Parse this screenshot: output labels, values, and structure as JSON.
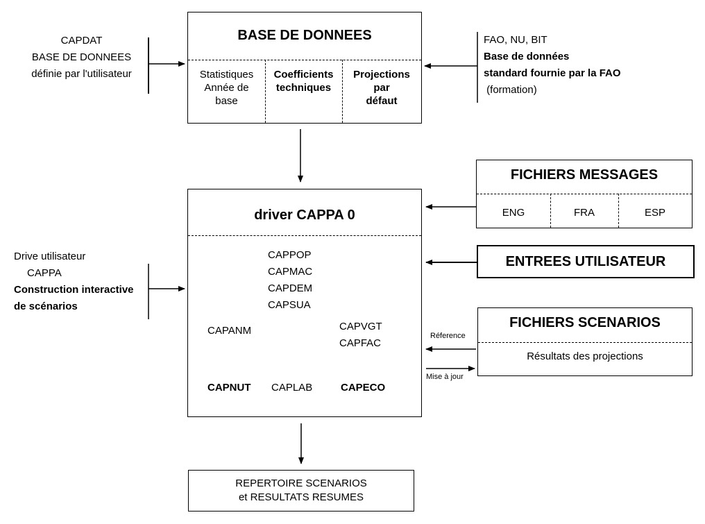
{
  "top_box": {
    "title": "BASE DE DONNEES",
    "cells": [
      {
        "lines": [
          "Statistiques",
          "Année de",
          "base"
        ]
      },
      {
        "lines": [
          "Coefficients",
          "techniques"
        ]
      },
      {
        "lines": [
          "Projections",
          "par",
          "défaut"
        ]
      }
    ]
  },
  "left_top_input": {
    "lines": [
      "CAPDAT",
      "BASE DE DONNEES",
      "définie par l'utilisateur"
    ]
  },
  "right_top_input": {
    "lines": [
      "FAO, NU, BIT",
      "Base de données",
      "standard fournie par la FAO",
      " (formation)"
    ]
  },
  "driver_box": {
    "title": "driver CAPPA 0",
    "modules_center": [
      "CAPPOP",
      "CAPMAC",
      "CAPDEM",
      "CAPSUA"
    ],
    "module_left": "CAPANM",
    "modules_right": [
      "CAPVGT",
      "CAPFAC"
    ],
    "modules_bottom": [
      "CAPNUT",
      "CAPLAB",
      "CAPECO"
    ]
  },
  "left_mid_input": {
    "lines": [
      "Drive utilisateur",
      "CAPPA",
      "Construction interactive",
      "de scénarios"
    ]
  },
  "messages_box": {
    "title": "FICHIERS MESSAGES",
    "languages": [
      "ENG",
      "FRA",
      "ESP"
    ]
  },
  "user_input_box": {
    "title": "ENTREES UTILISATEUR"
  },
  "scenarios_box": {
    "title": "FICHIERS SCENARIOS",
    "subtitle": "Résultats des projections",
    "arrow_in_label": "Réference",
    "arrow_out_label": "Mise à jour"
  },
  "output_box": {
    "lines": [
      "REPERTOIRE SCENARIOS",
      "et RESULTATS RESUMES"
    ]
  }
}
